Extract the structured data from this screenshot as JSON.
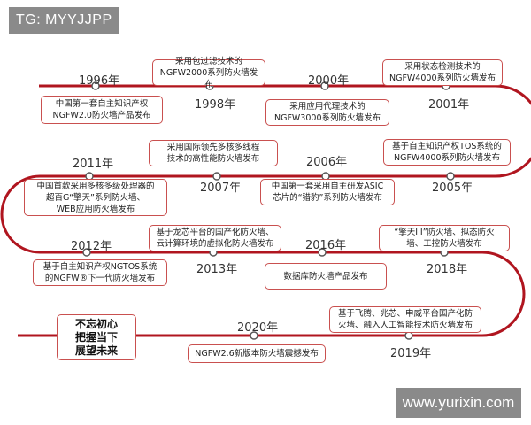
{
  "tag": "TG: MYYJJPP",
  "watermark": "www.yurixin.com",
  "motto": "不忘初心\n把握当下\n展望未来",
  "colors": {
    "line": "#b0151f",
    "card_border": "#c9504f",
    "text": "#222222"
  },
  "years": [
    "1996年",
    "1998年",
    "2000年",
    "2001年",
    "2011年",
    "2007年",
    "2006年",
    "2005年",
    "2012年",
    "2013年",
    "2016年",
    "2018年",
    "2020年",
    "2019年"
  ],
  "events": [
    "中国第一套自主知识产权\nNGFW2.0防火墙产品发布",
    "采用包过滤技术的\nNGFW2000系列防火墙发布",
    "采用应用代理技术的\nNGFW3000系列防火墙发布",
    "采用状态检测技术的\nNGFW4000系列防火墙发布",
    "中国首款采用多核多级处理器的\n超百G“擎天”系列防火墙、\nWEB应用防火墙发布",
    "采用国际领先多核多线程\n技术的高性能防火墙发布",
    "中国第一套采用自主研发ASIC\n芯片的“猎豹”系列防火墙发布",
    "基于自主知识产权TOS系统的\nNGFW4000系列防火墙发布",
    "基于自主知识产权NGTOS系统\n的NGFW®下一代防火墙发布",
    "基于龙芯平台的国产化防火墙、\n云计算环境的虚拟化防火墙发布",
    "数据库防火墙产品发布",
    "“擎天III”防火墙、拟态防火\n墙、工控防火墙发布",
    "NGFW2.6新版本防火墙震撼发布",
    "基于飞腾、兆芯、申威平台国产化防\n火墙、融入人工智能技术防火墙发布"
  ]
}
